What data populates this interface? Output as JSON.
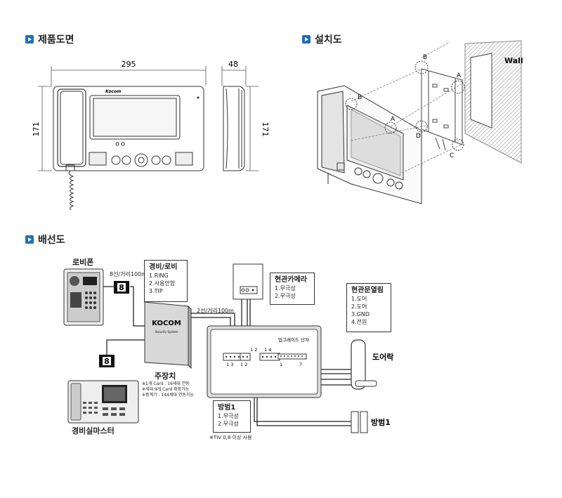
{
  "sections": {
    "product_drawing": "제품도면",
    "installation": "설치도",
    "wiring": "배선도"
  },
  "product": {
    "width_dim": "295",
    "height_dim": "171",
    "depth_dim": "48",
    "side_height_dim": "171",
    "brand_mark": "Kocom"
  },
  "installation": {
    "wall_label": "Wall",
    "point_labels": [
      "A",
      "B",
      "A",
      "B",
      "C",
      "D"
    ]
  },
  "wiring": {
    "lobby_phone_title": "로비폰",
    "lobby_cable": "8선/거리100m",
    "guard_box": {
      "title": "경비/로비",
      "lines": [
        "1.RING",
        "2.사용안함",
        "3.TIP"
      ]
    },
    "cable_8_a": "8",
    "cable_8_b": "8",
    "main_unit_logo": "KOCOM",
    "main_unit_sub": "Security System",
    "main_unit_title": "주장치",
    "main_unit_notes": [
      "※1개 Card : 16세대 연동",
      "※세대 9개 Card 확장가능",
      "※중계기 : 144세대 연동가능"
    ],
    "main_cable": "2선/거리100m",
    "guard_master_title": "경비실마스터",
    "entrance_camera_box": {
      "title": "현관카메라",
      "lines": [
        "1.무극성",
        "2.무극성"
      ]
    },
    "entrance_door_box": {
      "title": "현관문열림",
      "lines": [
        "1.도어",
        "2.도어",
        "3.GND",
        "4.전원"
      ]
    },
    "upgrade_terminal": "업그레이드 단자",
    "terminal_labels": [
      "1 3",
      "1 2",
      "1 2",
      "1 4",
      "1",
      "7"
    ],
    "door_lock": "도어락",
    "security_box": {
      "title": "방범1",
      "lines": [
        "1.무극성",
        "2.무극성"
      ]
    },
    "security_label": "방범1",
    "cable_note": "※TIV 0,8 이상 사용"
  }
}
